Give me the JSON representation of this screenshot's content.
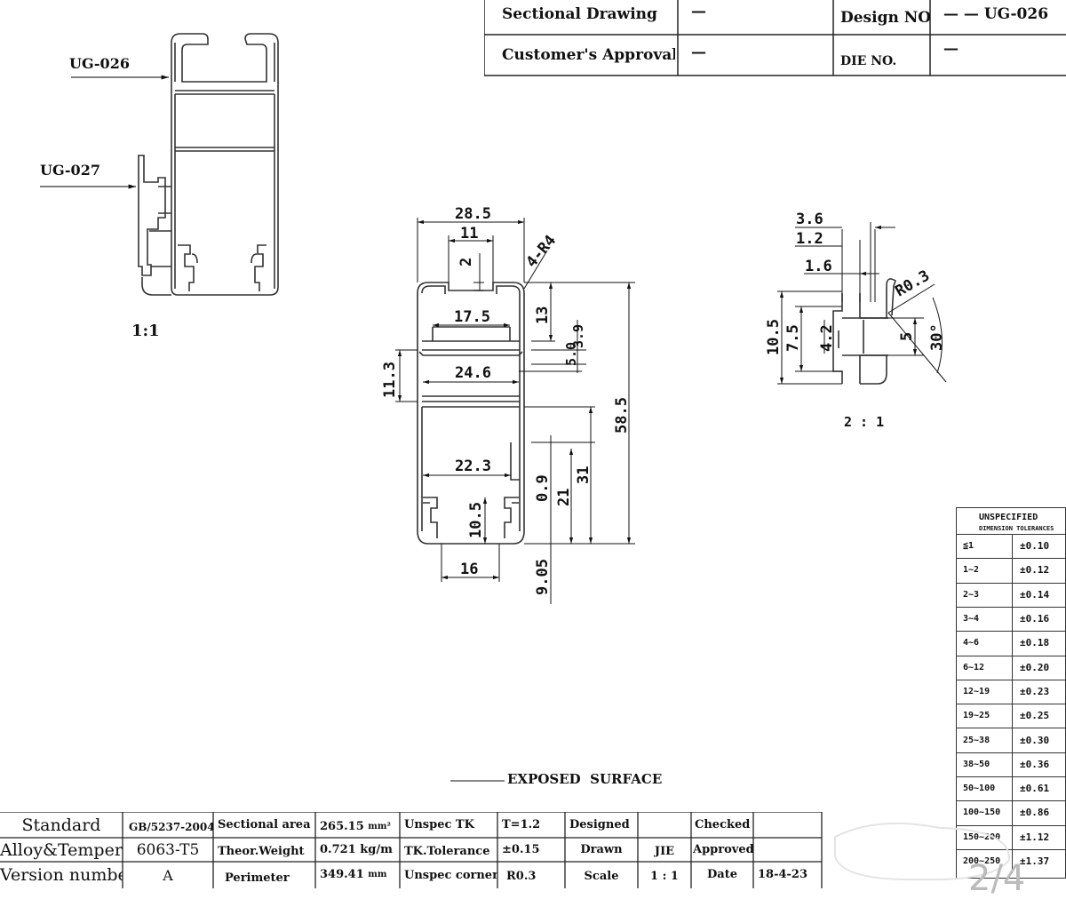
{
  "title_block": {
    "sectional_drawing_label": "Sectional Drawing",
    "sectional_drawing_value": "—",
    "design_no_label": "Design NO.",
    "design_no_value": "— — UG-026",
    "customer_approval_label": "Customer's Approval",
    "customer_approval_value": "—",
    "die_no_label": "DIE NO.",
    "die_no_value": "—"
  },
  "left_view": {
    "callout_1": "UG-026",
    "callout_2": "UG-027",
    "scale": "1:1"
  },
  "main_section": {
    "dims": {
      "d28_5": "28.5",
      "d11": "11",
      "d2": "2",
      "r4": "4-R4",
      "d13": "13",
      "d17_5": "17.5",
      "d5": "5.0",
      "d3_9": "3.9",
      "d11_3": "11.3",
      "d24_6": "24.6",
      "d58_5": "58.5",
      "d22_3": "22.3",
      "d0_9": "0.9",
      "d31": "31",
      "d21": "21",
      "d10_5": "10.5",
      "d16": "16",
      "d9_05": "9.05"
    }
  },
  "detail_view": {
    "dims": {
      "d3_6": "3.6",
      "d1_2": "1.2",
      "d1_6": "1.6",
      "r0_3": "R0.3",
      "d10_5": "10.5",
      "d7_5": "7.5",
      "d4_2": "4.2",
      "d5": "5",
      "a30": "30°"
    },
    "scale": "2 : 1"
  },
  "exposed_surface_label": "EXPOSED  SURFACE",
  "tolerances": {
    "header_1": "UNSPECIFIED",
    "header_2": "DIMENSION TOLERANCES",
    "rows": [
      {
        "range": "≦1",
        "tol": "±0.10"
      },
      {
        "range": "1~2",
        "tol": "±0.12"
      },
      {
        "range": "2~3",
        "tol": "±0.14"
      },
      {
        "range": "3~4",
        "tol": "±0.16"
      },
      {
        "range": "4~6",
        "tol": "±0.18"
      },
      {
        "range": "6~12",
        "tol": "±0.20"
      },
      {
        "range": "12~19",
        "tol": "±0.23"
      },
      {
        "range": "19~25",
        "tol": "±0.25"
      },
      {
        "range": "25~38",
        "tol": "±0.30"
      },
      {
        "range": "38~50",
        "tol": "±0.36"
      },
      {
        "range": "50~100",
        "tol": "±0.61"
      },
      {
        "range": "100~150",
        "tol": "±0.86"
      },
      {
        "range": "150~200",
        "tol": "±1.12"
      },
      {
        "range": "200~250",
        "tol": "±1.37"
      }
    ]
  },
  "bottom_block": {
    "standard_label": "Standard",
    "standard_value": "GB/5237-2004",
    "alloy_label": "Alloy&Temper",
    "alloy_value": "6063-T5",
    "version_label": "Version number",
    "version_value": "A",
    "sectional_area_label": "Sectional area",
    "sectional_area_value": "265.15",
    "sectional_area_unit": "mm²",
    "theor_weight_label": "Theor.Weight",
    "theor_weight_value": "0.721 kg/m",
    "perimeter_label": "Perimeter",
    "perimeter_value": "349.41",
    "perimeter_unit": "mm",
    "unspec_tk_label": "Unspec TK",
    "unspec_tk_value": "T=1.2",
    "tk_tolerance_label": "TK.Tolerance",
    "tk_tolerance_value": "±0.15",
    "unspec_corners_label": "Unspec corners",
    "unspec_corners_value": "R0.3",
    "designed_label": "Designed",
    "designed_value": "",
    "drawn_label": "Drawn",
    "drawn_value": "JIE",
    "scale_label": "Scale",
    "scale_value": "1 : 1",
    "checked_label": "Checked",
    "checked_value": "",
    "approved_label": "Approved",
    "approved_value": "",
    "date_label": "Date",
    "date_value": "18-4-23",
    "page_mark": "2/4"
  }
}
